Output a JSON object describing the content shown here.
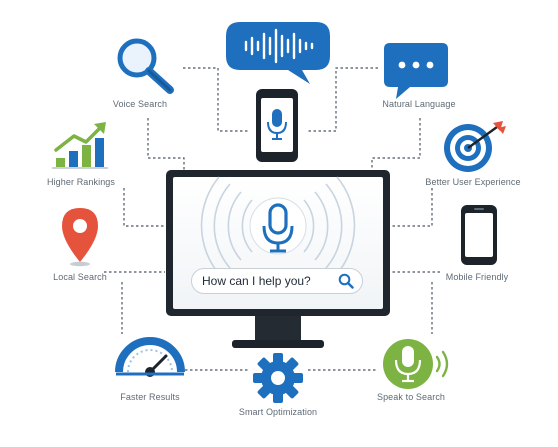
{
  "search": {
    "query": "How can I help you?"
  },
  "features": {
    "voice_search": "Voice Search",
    "natural_language": "Natural Language",
    "higher_rankings": "Higher Rankings",
    "better_user_experience": "Better User Experience",
    "local_search": "Local Search",
    "mobile_friendly": "Mobile Friendly",
    "faster_results": "Faster Results",
    "smart_optimization": "Smart Optimization",
    "speak_to_search": "Speak to Search"
  },
  "icons": [
    "magnifier-icon",
    "soundwave-speech-bubble-icon",
    "smartphone-microphone-icon",
    "chat-bubble-icon",
    "bar-chart-growth-icon",
    "target-icon",
    "location-pin-icon",
    "smartphone-icon",
    "speedometer-icon",
    "gear-icon",
    "microphone-icon",
    "search-icon"
  ],
  "colors": {
    "primary_blue": "#1f6fbf",
    "dark": "#1d232b",
    "green": "#7cb342",
    "red": "#e5533d",
    "connector": "#4a5563"
  }
}
